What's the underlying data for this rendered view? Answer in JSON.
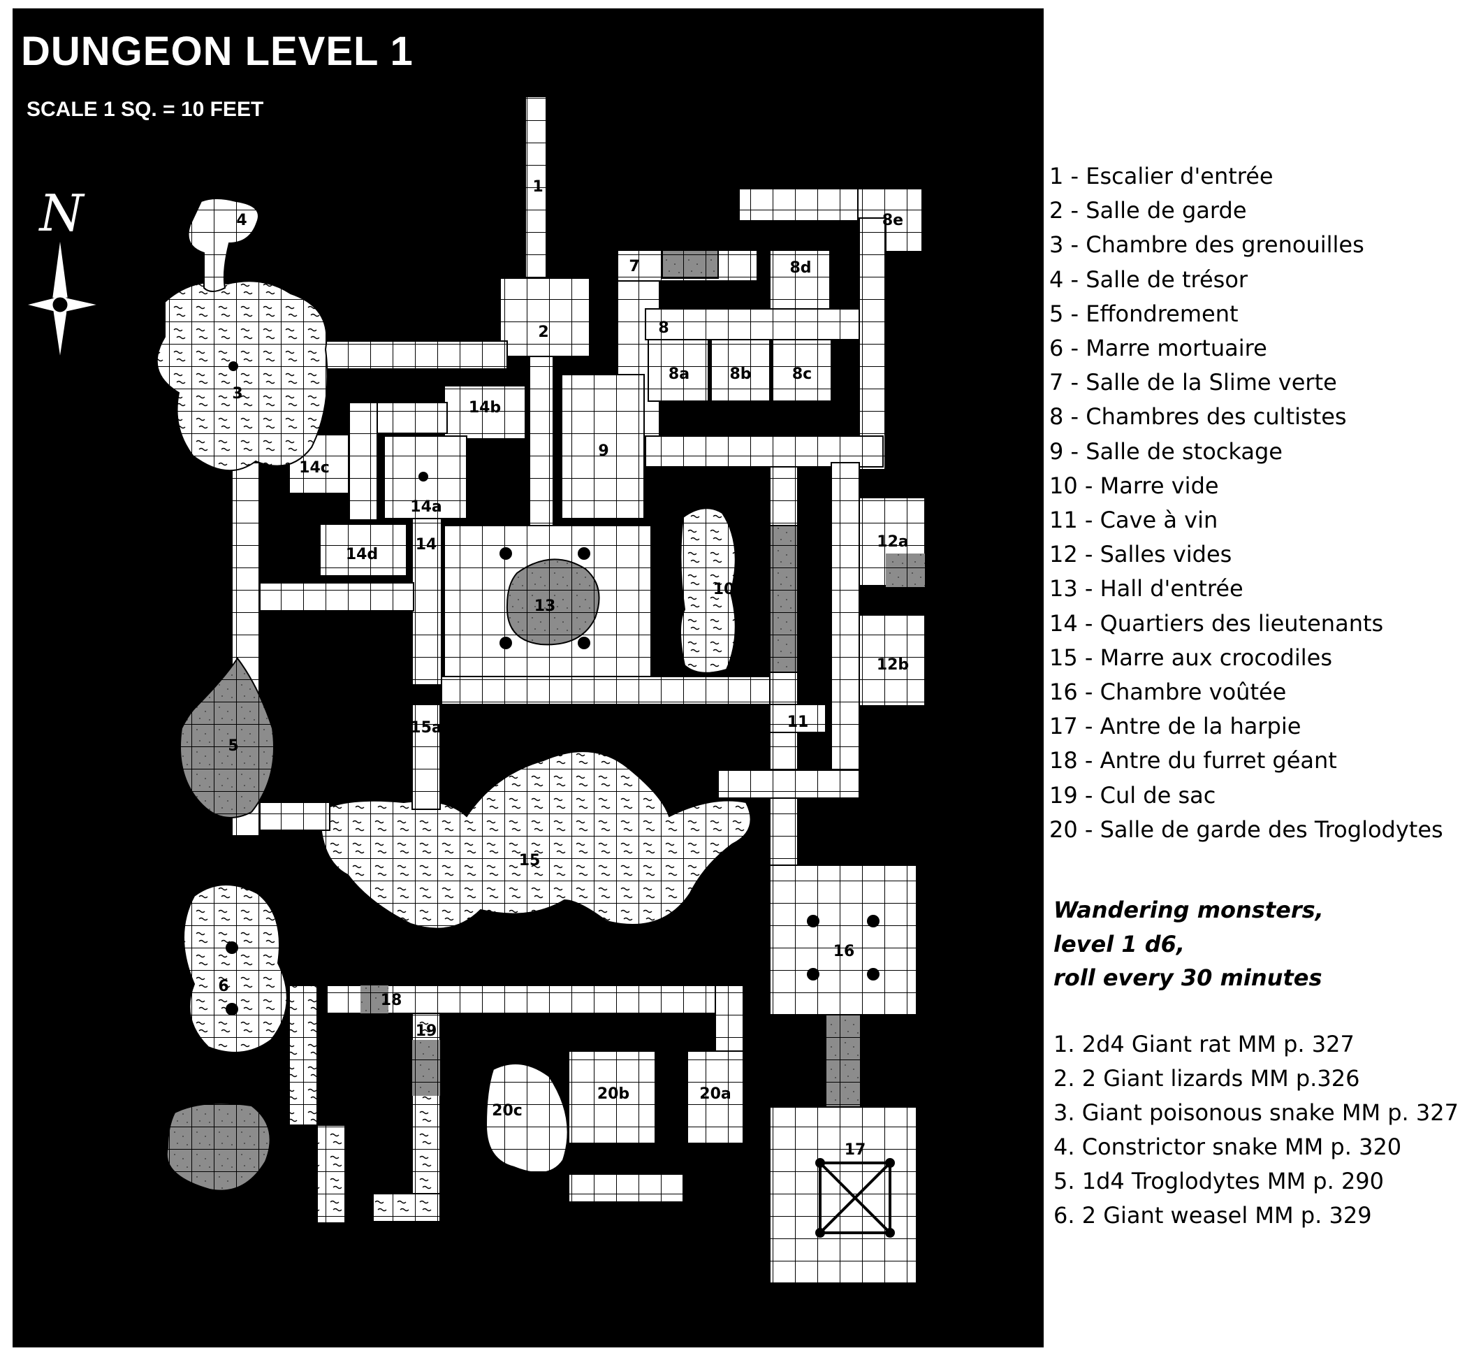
{
  "map": {
    "title": "DUNGEON LEVEL 1",
    "scale": "SCALE 1 SQ. = 10 FEET",
    "compass_letter": "N",
    "colors": {
      "background": "#000000",
      "floor": "#ffffff",
      "grid": "#000000",
      "rubble": "#8c8c8c"
    },
    "room_labels": [
      "1",
      "2",
      "3",
      "4",
      "5",
      "6",
      "7",
      "8",
      "8a",
      "8b",
      "8c",
      "8d",
      "8e",
      "9",
      "10",
      "11",
      "12a",
      "12b",
      "13",
      "14",
      "14a",
      "14b",
      "14c",
      "14d",
      "15",
      "15a",
      "16",
      "17",
      "18",
      "19",
      "20a",
      "20b",
      "20c"
    ]
  },
  "legend": [
    "1 - Escalier d'entrée",
    "2 - Salle de garde",
    "3 - Chambre des grenouilles",
    "4 - Salle de trésor",
    "5 - Effondrement",
    "6 - Marre mortuaire",
    "7 - Salle de la Slime verte",
    "8 - Chambres des cultistes",
    "9 - Salle de stockage",
    "10 - Marre vide",
    "11 - Cave à vin",
    "12 - Salles vides",
    "13 - Hall d'entrée",
    "14 - Quartiers des lieutenants",
    "15 - Marre aux crocodiles",
    "16 - Chambre voûtée",
    "17 - Antre de la harpie",
    "18 - Antre du furret géant",
    "19 - Cul de sac",
    "20 - Salle de garde des Troglodytes"
  ],
  "wandering": {
    "title_lines": [
      "Wandering monsters,",
      "level 1 d6,",
      "roll every 30 minutes"
    ],
    "entries": [
      "1. 2d4 Giant rat MM p. 327",
      "2. 2 Giant lizards MM p.326",
      "3. Giant poisonous snake MM p. 327",
      "4. Constrictor snake MM p. 320",
      "5. 1d4 Troglodytes MM p. 290",
      "6. 2 Giant weasel MM p. 329"
    ]
  }
}
